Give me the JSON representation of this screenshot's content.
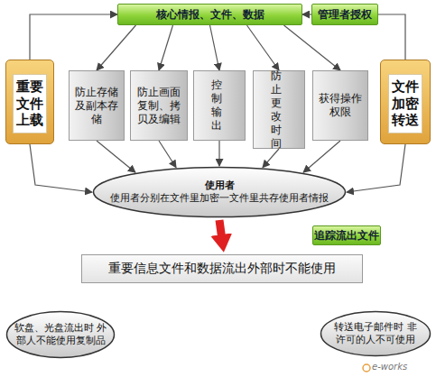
{
  "diagram": {
    "nodes": [
      {
        "text": [
          "核心情报、文件、数据"
        ]
      },
      {
        "text": [
          "管理者授权"
        ]
      },
      {
        "text": [
          "重要文件上载"
        ]
      },
      {
        "text": [
          "防止存储及副本存储"
        ]
      },
      {
        "text": [
          "防止画面复制、拷贝及编辑"
        ]
      },
      {
        "text": [
          "控制输出"
        ]
      },
      {
        "text": [
          "防止更改时间"
        ]
      },
      {
        "text": [
          "获得操作权限"
        ]
      },
      {
        "text": [
          "文件加密转送"
        ]
      },
      {
        "text": [
          "使用者",
          "使用者分别在文件里加密一文件里共存使用者情报"
        ]
      },
      {
        "text": [
          "追踪流出文件"
        ]
      },
      {
        "text": [
          "重要信息文件和数据流出外部时不能使用"
        ]
      },
      {
        "text": [
          "软盘、光盘流出时 外部人不能使用复制品"
        ]
      },
      {
        "text": [
          "转送电子邮件时 非许可的人不可使用"
        ]
      }
    ],
    "edges": [
      {
        "from": 2,
        "to": 0,
        "arrow": "to"
      },
      {
        "from": 1,
        "to": 0,
        "arrow": "to"
      },
      {
        "from": 8,
        "to": 1,
        "arrow": "none"
      },
      {
        "from": 0,
        "to": 3,
        "arrow": "to"
      },
      {
        "from": 0,
        "to": 4,
        "arrow": "to"
      },
      {
        "from": 0,
        "to": 5,
        "arrow": "to"
      },
      {
        "from": 0,
        "to": 6,
        "arrow": "to"
      },
      {
        "from": 0,
        "to": 7,
        "arrow": "to"
      },
      {
        "from": 3,
        "to": 9,
        "arrow": "to"
      },
      {
        "from": 4,
        "to": 9,
        "arrow": "to"
      },
      {
        "from": 5,
        "to": 9,
        "arrow": "to"
      },
      {
        "from": 6,
        "to": 9,
        "arrow": "to"
      },
      {
        "from": 7,
        "to": 9,
        "arrow": "to"
      },
      {
        "from": 2,
        "to": 9,
        "arrow": "to"
      },
      {
        "from": 8,
        "to": 9,
        "arrow": "to"
      },
      {
        "from": 9,
        "to": 11,
        "arrow": "to"
      }
    ],
    "labels": [
      "e-works"
    ]
  }
}
